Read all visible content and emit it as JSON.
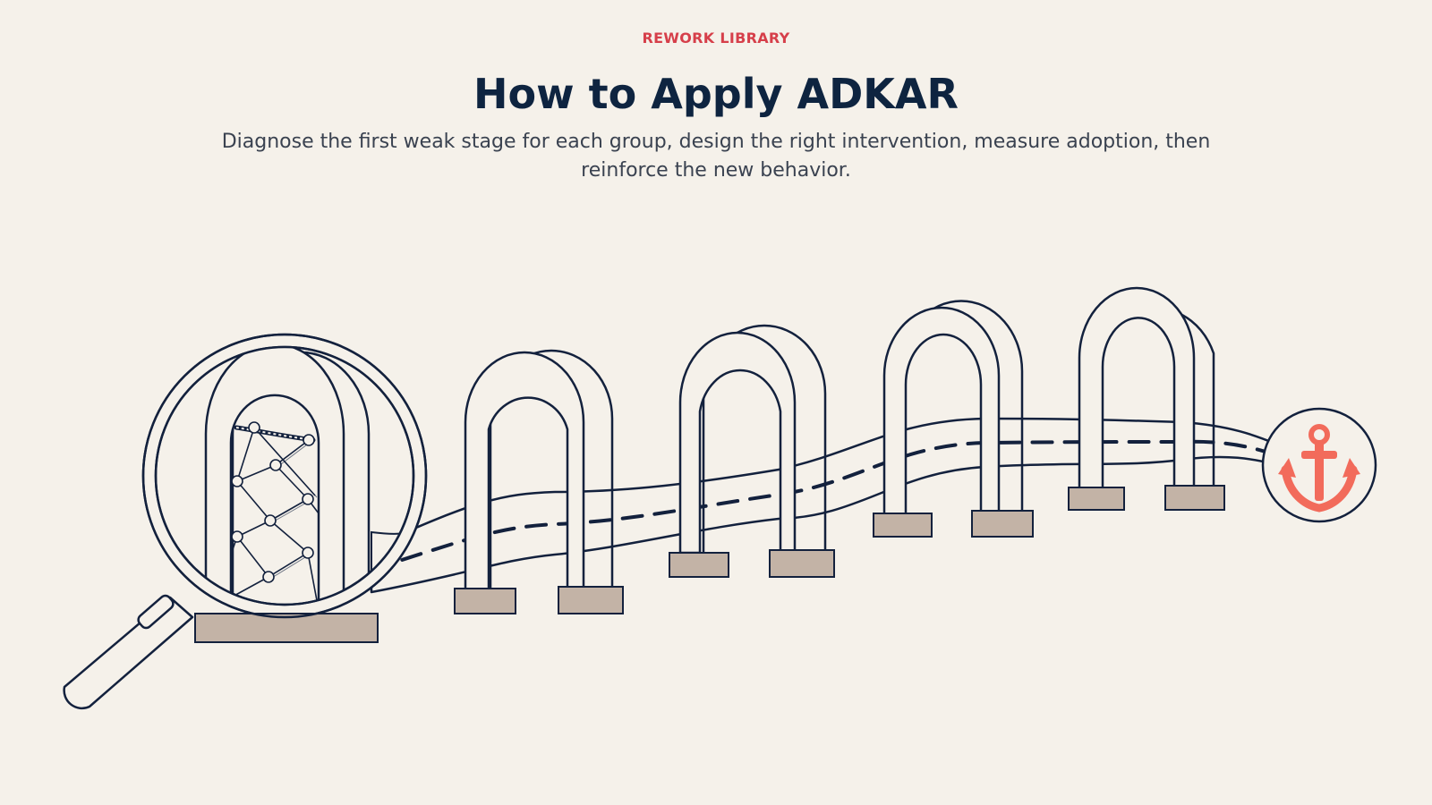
{
  "header": {
    "eyebrow": "REWORK LIBRARY",
    "title": "How to Apply ADKAR",
    "subtitle": "Diagnose the first weak stage for each group, design the right intervention, measure adoption, then reinforce the new behavior."
  },
  "colors": {
    "background": "#f5f1ea",
    "ink": "#13213d",
    "accent": "#d63f4a",
    "anchor": "#f26b5b",
    "footing": "#c3b3a6",
    "title": "#0e2440"
  },
  "illustration": {
    "icons": [
      "magnifier-icon",
      "net-icon",
      "arch-gate-icon",
      "road-icon",
      "anchor-icon"
    ]
  }
}
